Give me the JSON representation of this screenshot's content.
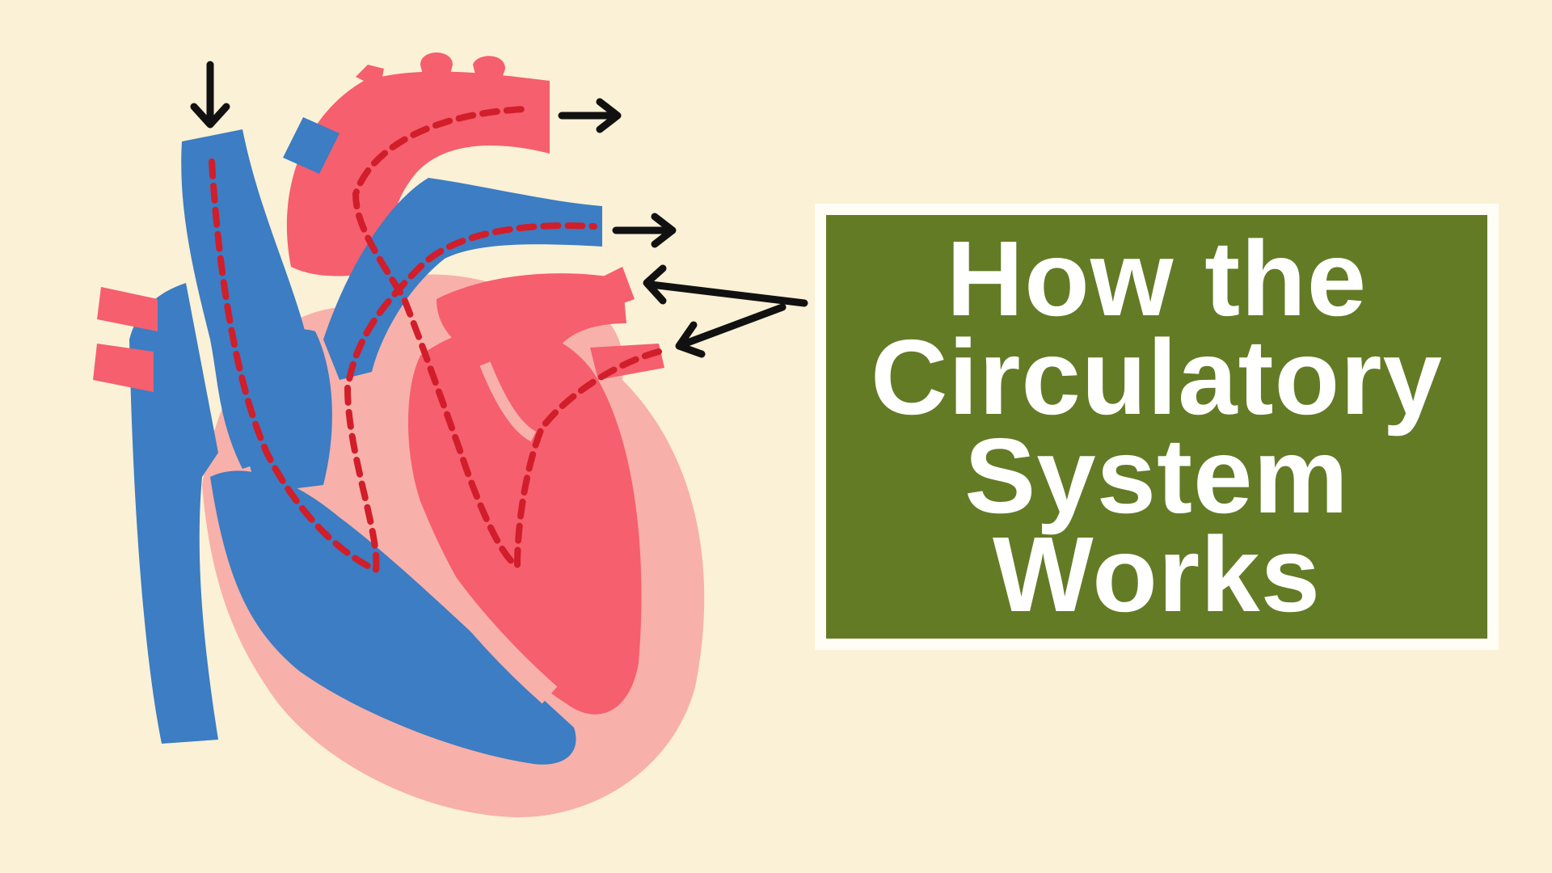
{
  "title": {
    "lines": [
      "How the",
      "Circulatory",
      "System",
      "Works"
    ]
  },
  "colors": {
    "background": "#fbf1d6",
    "title_box": "#647b26",
    "title_text": "#ffffff",
    "vein_blue": "#3c7dc3",
    "artery_red": "#f55f6e",
    "muscle_pink": "#f8b0aa",
    "flow_path": "#d11e2a",
    "arrow": "#111111"
  },
  "icons": {
    "heart": "heart-cross-section-illustration",
    "flow_arrows": "arrow-icon"
  }
}
